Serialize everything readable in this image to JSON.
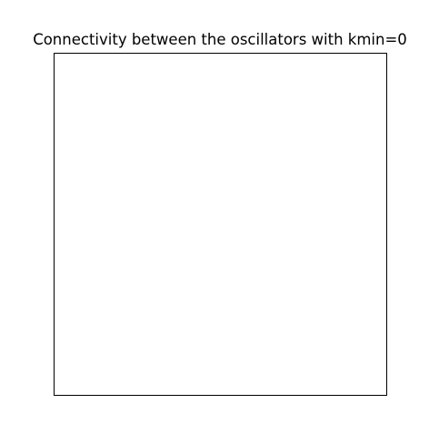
{
  "chart_data": {
    "type": "heatmap",
    "title": "Connectivity between the oscillators with kmin=0",
    "xlabel": "",
    "ylabel": "",
    "x_ticks": [],
    "y_ticks": [],
    "values": [],
    "grid": false,
    "legend": "none",
    "colors": {
      "background": "#ffffff",
      "frame": "#000000"
    }
  }
}
